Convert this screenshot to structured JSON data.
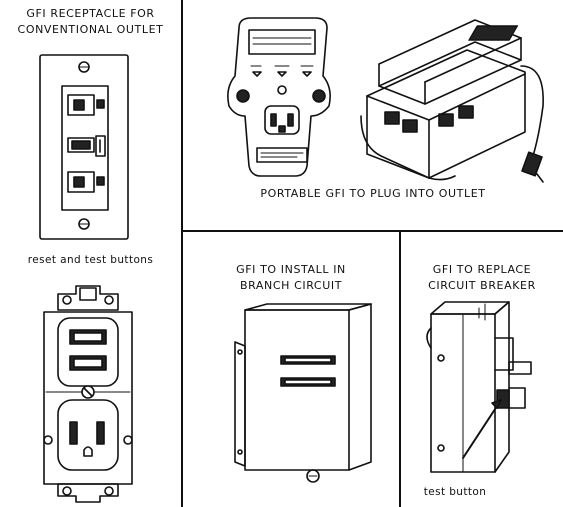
{
  "panels": {
    "conventional": {
      "title": "GFI RECEPTACLE FOR\nCONVENTIONAL OUTLET",
      "caption": "reset and test buttons"
    },
    "portable": {
      "title": "PORTABLE GFI TO PLUG INTO OUTLET"
    },
    "branch": {
      "title": "GFI TO INSTALL IN\nBRANCH CIRCUIT"
    },
    "breaker": {
      "title": "GFI TO REPLACE\nCIRCUIT BREAKER",
      "caption": "test button"
    }
  },
  "icons": {
    "receptacle": "gfi-receptacle-icon",
    "duplex": "duplex-outlet-icon",
    "portable_unit": "portable-gfi-icon",
    "portable_strip": "portable-gfi-strip-icon",
    "branch_box": "branch-circuit-box-icon",
    "breaker": "circuit-breaker-icon"
  }
}
